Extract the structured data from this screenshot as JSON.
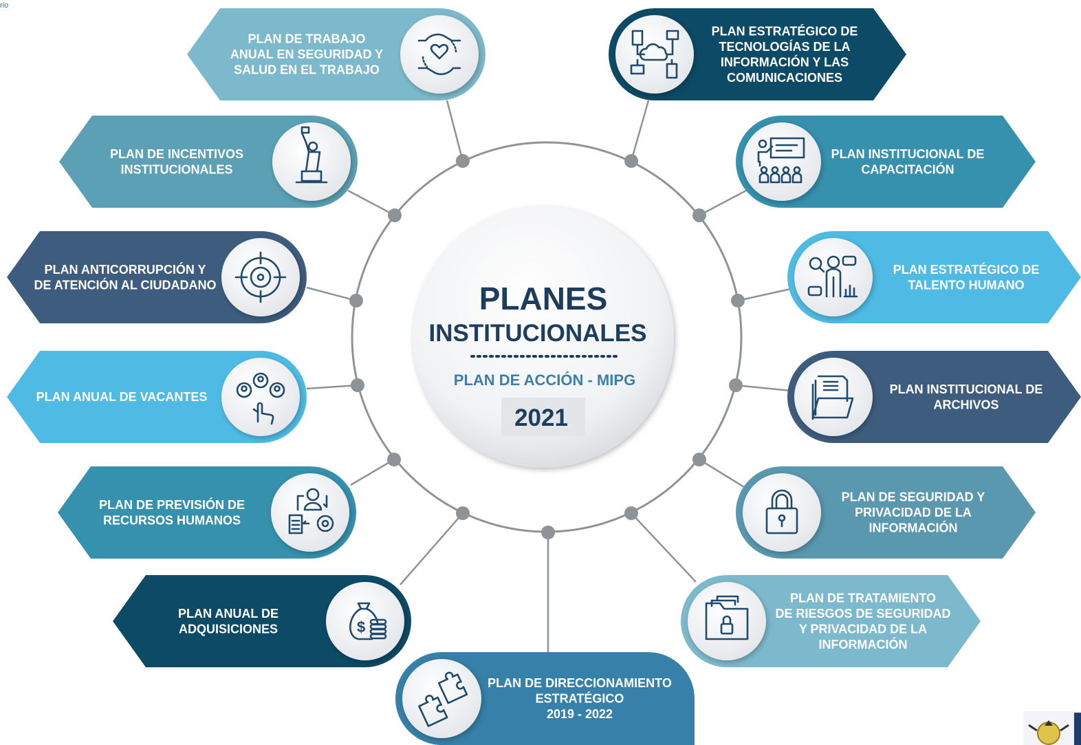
{
  "corner_label": "rio",
  "center": {
    "title_line1": "PLANES",
    "title_line2": "INSTITUCIONALES",
    "subtitle": "PLAN DE ACCIÓN - MIPG",
    "year": "2021"
  },
  "plans": [
    {
      "id": "sst",
      "lines": [
        "PLAN DE TRABAJO",
        "ANUAL EN SEGURIDAD Y",
        "SALUD EN EL TRABAJO"
      ],
      "color": "#7db9cc",
      "icon": "hands-heart-icon"
    },
    {
      "id": "incentivos",
      "lines": [
        "PLAN DE INCENTIVOS",
        "INSTITUCIONALES"
      ],
      "color": "#5ba0b4",
      "icon": "statue-icon"
    },
    {
      "id": "anticorrupcion",
      "lines": [
        "PLAN ANTICORRUPCIÓN Y",
        "DE ATENCIÓN AL CIUDADANO"
      ],
      "color": "#3e5d7e",
      "icon": "target-icon"
    },
    {
      "id": "vacantes",
      "lines": [
        "PLAN ANUAL DE VACANTES"
      ],
      "color": "#4fbbe5",
      "icon": "hand-select-people-icon"
    },
    {
      "id": "prevision",
      "lines": [
        "PLAN DE PREVISIÓN DE",
        "RECURSOS HUMANOS"
      ],
      "color": "#3591ad",
      "icon": "worker-gear-icon"
    },
    {
      "id": "adquisiciones",
      "lines": [
        "PLAN ANUAL  DE",
        "ADQUISICIONES"
      ],
      "color": "#0d4a66",
      "icon": "money-bag-icon"
    },
    {
      "id": "direccionamiento",
      "lines": [
        "PLAN DE DIRECCIONAMIENTO",
        "ESTRATÉGICO",
        "2019 - 2022"
      ],
      "color": "#3680a9",
      "icon": "puzzle-icon"
    },
    {
      "id": "riesgos",
      "lines": [
        "PLAN DE TRATAMIENTO",
        "DE RIESGOS DE SEGURIDAD",
        "Y PRIVACIDAD DE LA",
        "INFORMACIÓN"
      ],
      "color": "#7db9cc",
      "icon": "locked-folder-icon"
    },
    {
      "id": "seguridad",
      "lines": [
        "PLAN DE SEGURIDAD Y",
        "PRIVACIDAD DE LA",
        "INFORMACIÓN"
      ],
      "color": "#5a98b0",
      "icon": "padlock-icon"
    },
    {
      "id": "archivos",
      "lines": [
        "PLAN INSTITUCIONAL DE",
        "ARCHIVOS"
      ],
      "color": "#3e5d7e",
      "icon": "folder-files-icon"
    },
    {
      "id": "talento",
      "lines": [
        "PLAN ESTRATÉGICO DE",
        "TALENTO HUMANO"
      ],
      "color": "#4fbbe5",
      "icon": "person-analytics-icon"
    },
    {
      "id": "capacitacion",
      "lines": [
        "PLAN INSTITUCIONAL DE",
        "CAPACITACIÓN"
      ],
      "color": "#3591ad",
      "icon": "classroom-icon"
    },
    {
      "id": "tic",
      "lines": [
        "PLAN ESTRATÉGICO DE",
        "TECNOLOGÍAS DE LA",
        "INFORMACIÓN Y LAS",
        "COMUNICACIONES"
      ],
      "color": "#0d4a66",
      "icon": "cloud-network-icon"
    }
  ]
}
